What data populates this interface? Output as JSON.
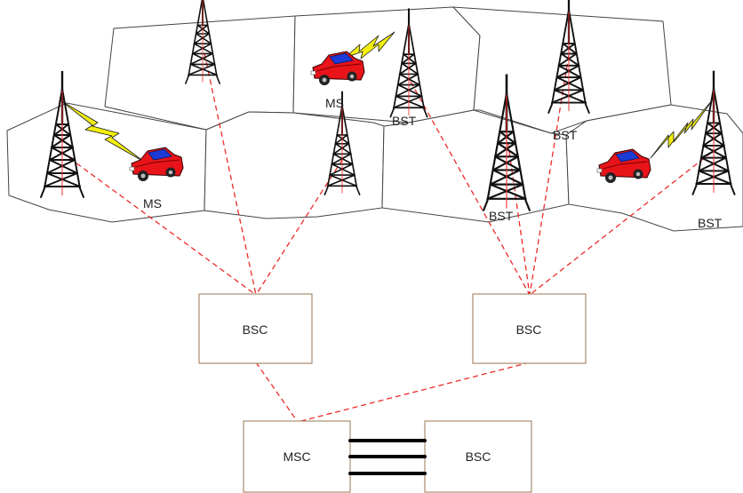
{
  "mobile_station_label": "MS",
  "base_station_label": "BST",
  "controller_label": "BSC",
  "switching_center_label": "MSC",
  "colors": {
    "link": "#ee2a2a",
    "box_border": "#9b7653",
    "cell_border": "#444444",
    "car_body": "#e8141a",
    "car_roof": "#1c3bd6",
    "bolt": "#f2ee10",
    "tower": "#111111"
  }
}
